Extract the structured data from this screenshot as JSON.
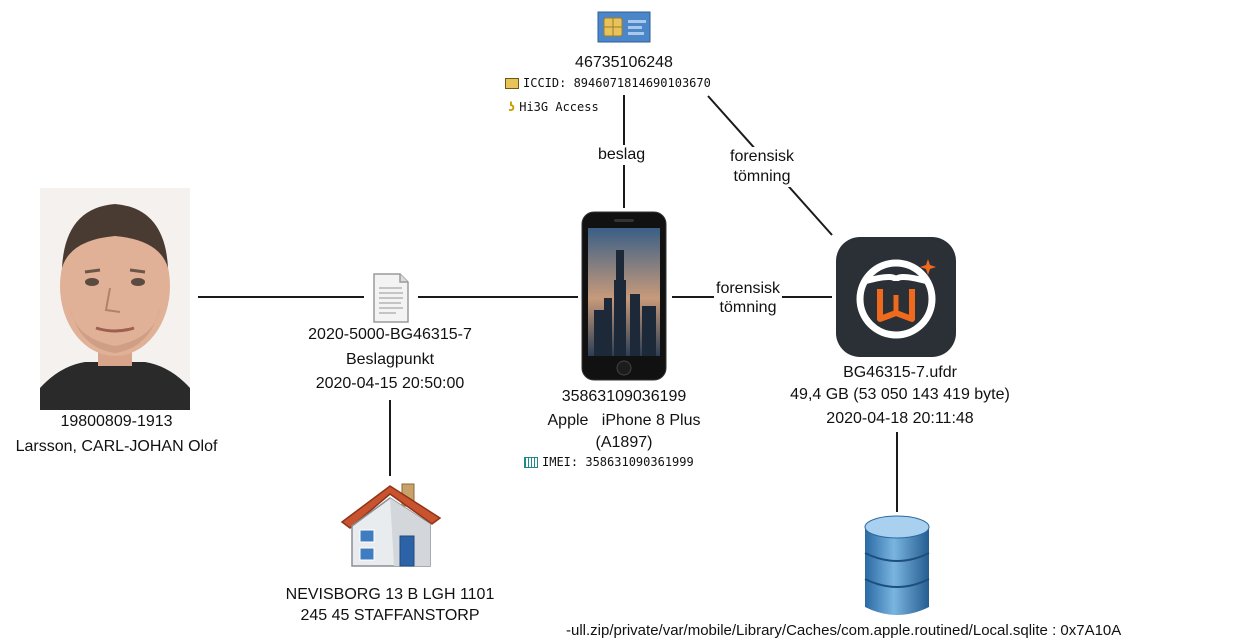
{
  "person": {
    "id_number": "19800809-1913",
    "name": "Larsson, CARL-JOHAN Olof"
  },
  "seizure": {
    "case_number": "2020-5000-BG46315-7",
    "type": "Beslagpunkt",
    "datetime": "2020-04-15 20:50:00"
  },
  "address": {
    "line1": "NEVISBORG 13 B LGH 1101",
    "line2": "245 45 STAFFANSTORP"
  },
  "sim": {
    "msisdn": "46735106248",
    "iccid": "ICCID: 8946071814690103670",
    "operator": "Hi3G Access"
  },
  "phone": {
    "imei_short": "35863109036199",
    "model": "Apple   iPhone 8 Plus",
    "model_code": "(A1897)",
    "imei": "IMEI: 358631090361999"
  },
  "extraction": {
    "file": "BG46315-7.ufdr",
    "size": "49,4 GB (53 050 143 419 byte)",
    "datetime": "2020-04-18 20:11:48"
  },
  "database": {
    "path": "-ull.zip/private/var/mobile/Library/Caches/com.apple.routined/Local.sqlite : 0x7A10A"
  },
  "edges": {
    "sim_phone": "beslag",
    "sim_extraction_1": "forensisk",
    "sim_extraction_2": "tömning",
    "phone_extraction_1": "forensisk",
    "phone_extraction_2": "tömning"
  },
  "colors": {
    "line": "#1a1a1a",
    "sim_blue": "#4a86c8",
    "app_dark": "#2b2f36",
    "app_orange": "#f06a1e",
    "db_blue": "#3b7fb8"
  }
}
